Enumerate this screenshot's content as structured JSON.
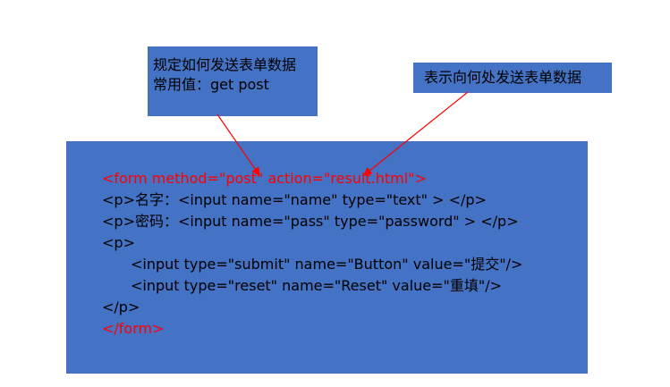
{
  "callouts": {
    "method": {
      "line1": "规定如何发送表单数据",
      "line2": "常用值：get     post"
    },
    "action": {
      "text": "表示向何处发送表单数据"
    }
  },
  "code": {
    "lines": [
      "<form method=\"post\" action=\"result.html\">",
      "<p>名字：<input name=\"name\" type=\"text\" > </p>",
      "<p>密码：<input name=\"pass\" type=\"password\" > </p>",
      "<p>",
      "<input type=\"submit\" name=\"Button\" value=\"提交\"/>",
      "<input type=\"reset\" name=\"Reset\" value=\"重填\"/>",
      "</p>",
      "</form>"
    ]
  },
  "colors": {
    "panel": "#4472c4",
    "highlight": "#ff0000",
    "arrow": "#ff0000"
  }
}
